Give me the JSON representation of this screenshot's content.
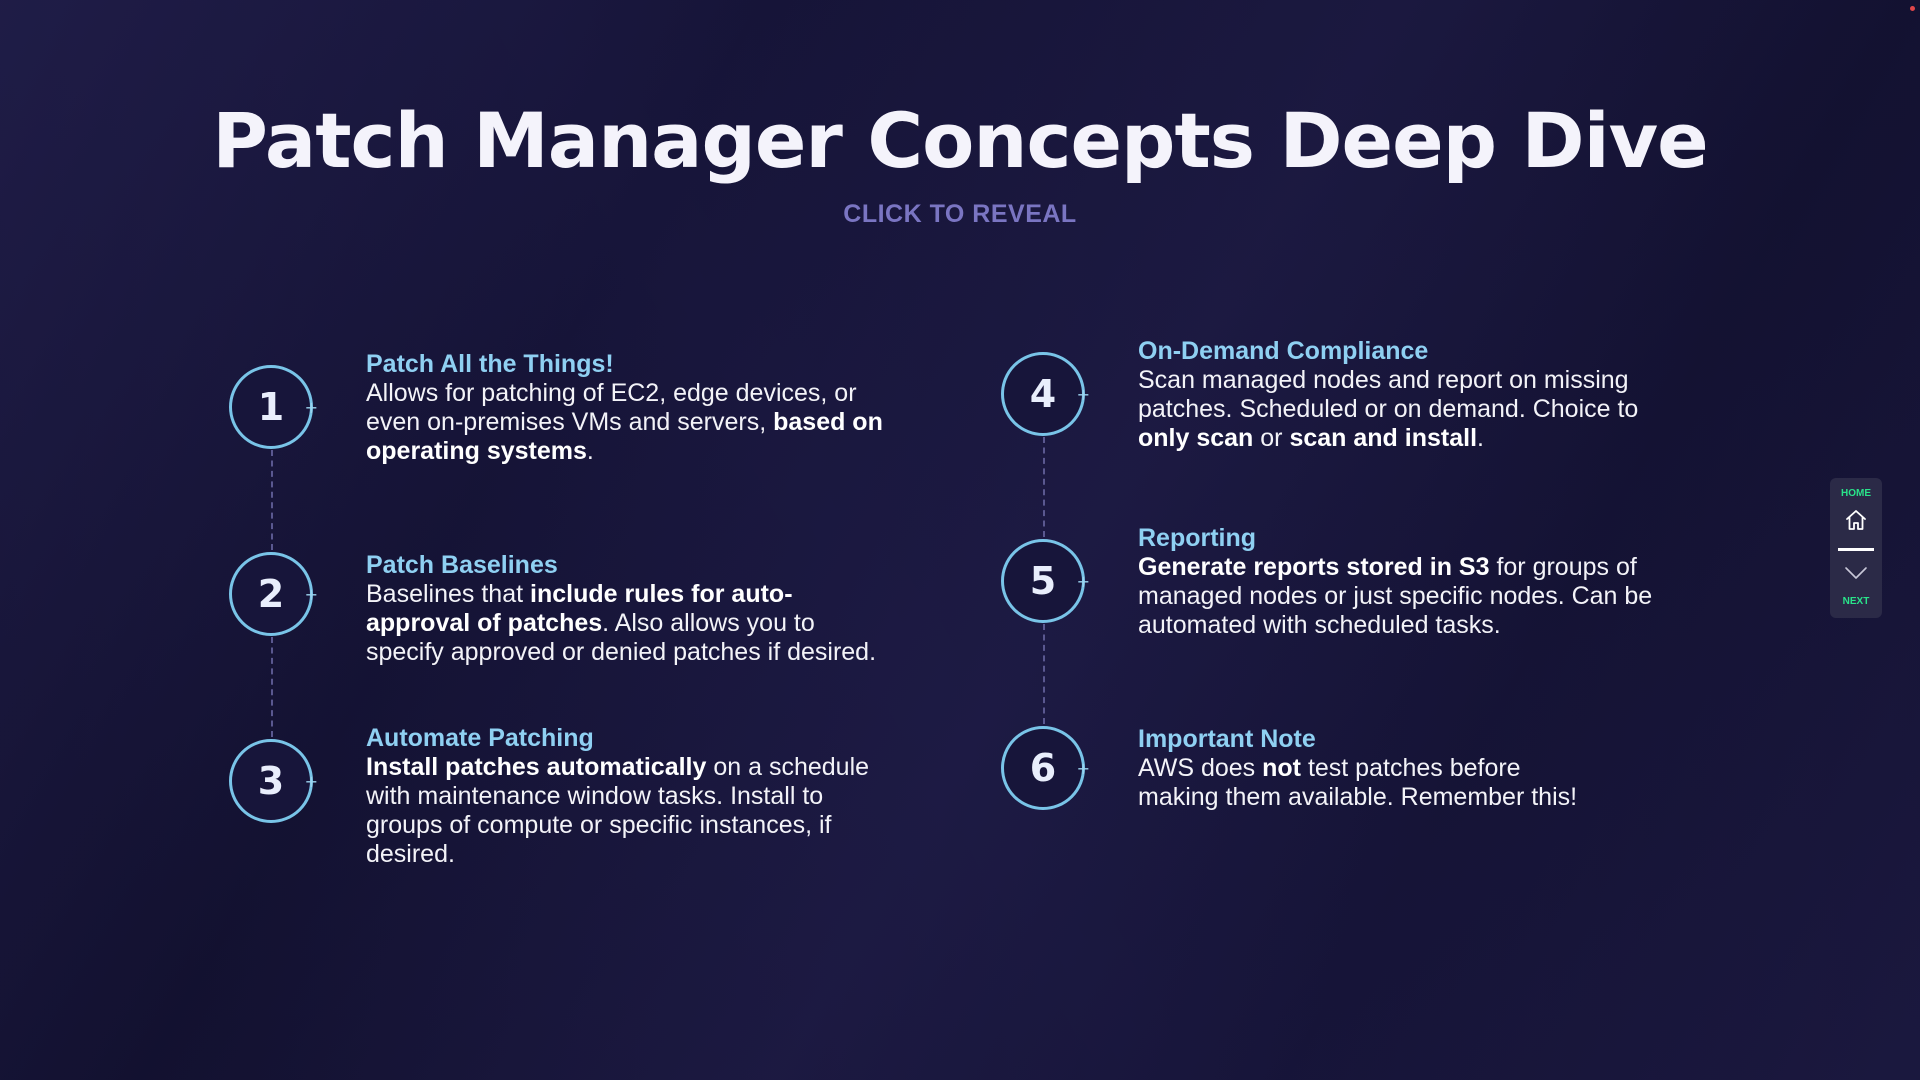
{
  "title": "Patch Manager Concepts Deep Dive",
  "reveal_label": "CLICK TO REVEAL",
  "items": [
    {
      "number": "1",
      "heading": "Patch All the Things!",
      "body": [
        {
          "t": "Allows for patching of EC2, edge devices, or even on-premises VMs and servers, "
        },
        {
          "t": "based on operating systems",
          "b": true
        },
        {
          "t": "."
        }
      ]
    },
    {
      "number": "2",
      "heading": "Patch Baselines",
      "body": [
        {
          "t": "Baselines that "
        },
        {
          "t": "include rules for auto-approval of patches",
          "b": true
        },
        {
          "t": ". Also allows you to specify approved or denied patches if desired."
        }
      ]
    },
    {
      "number": "3",
      "heading": "Automate Patching",
      "body": [
        {
          "t": "Install patches automatically",
          "b": true
        },
        {
          "t": " on a schedule with maintenance window tasks. Install to groups of compute or specific instances, if desired."
        }
      ]
    },
    {
      "number": "4",
      "heading": "On-Demand Compliance",
      "body": [
        {
          "t": "Scan managed nodes and report on missing patches. Scheduled or on demand. Choice to "
        },
        {
          "t": "only scan",
          "b": true
        },
        {
          "t": " or "
        },
        {
          "t": "scan and install",
          "b": true
        },
        {
          "t": "."
        }
      ]
    },
    {
      "number": "5",
      "heading": "Reporting",
      "body": [
        {
          "t": "Generate reports stored in S3",
          "b": true
        },
        {
          "t": " for groups of managed nodes or just specific nodes. Can be automated with scheduled tasks."
        }
      ]
    },
    {
      "number": "6",
      "heading": "Important Note",
      "body": [
        {
          "t": "AWS does "
        },
        {
          "t": "not",
          "b": true
        },
        {
          "t": " test patches before making them available. Remember this!"
        }
      ]
    }
  ],
  "nav": {
    "home_label": "HOME",
    "next_label": "NEXT",
    "home_icon": "home-icon",
    "next_icon": "chevron-down-icon"
  },
  "colors": {
    "background": "#17153a",
    "heading": "#8fd0f2",
    "circle_border": "#79c4e8",
    "reveal": "#7a75c2",
    "nav_accent": "#29e38a"
  }
}
